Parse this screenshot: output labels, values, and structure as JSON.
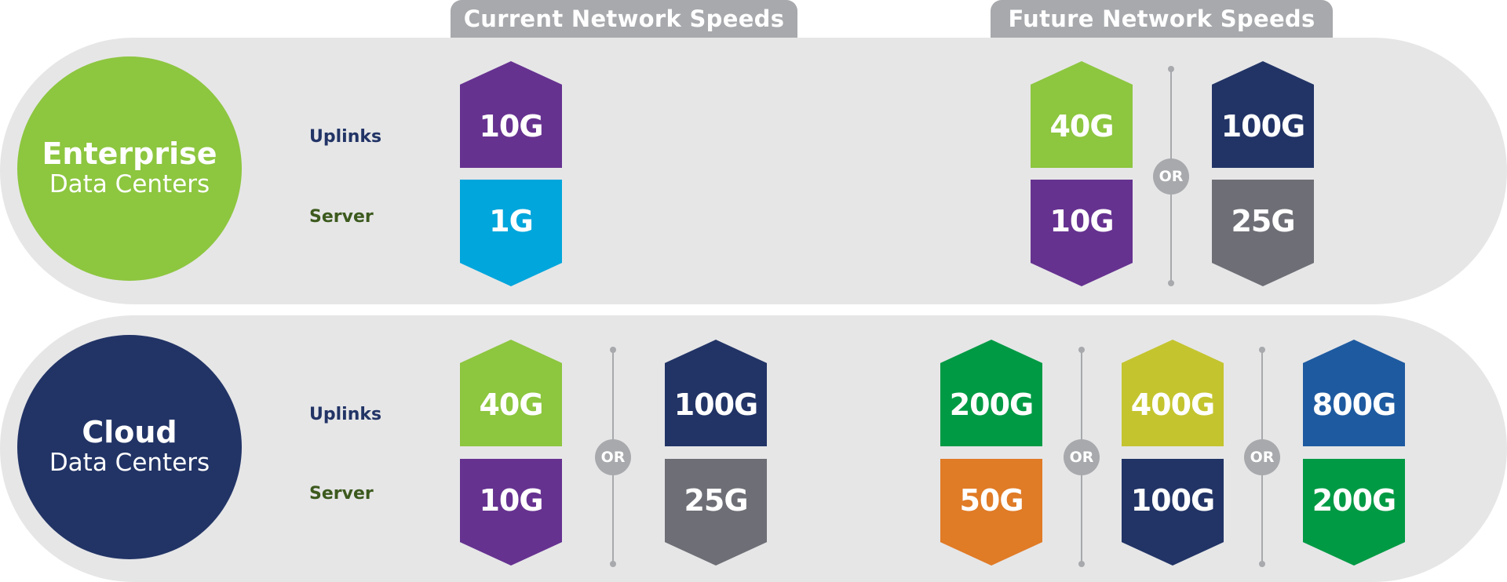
{
  "headers": {
    "current": "Current Network Speeds",
    "future": "Future Network Speeds"
  },
  "enterprise": {
    "title": "Enterprise",
    "subtitle": "Data Centers",
    "uplinks_label": "Uplinks",
    "server_label": "Server",
    "current": {
      "uplink": "10G",
      "server": "1G"
    },
    "future_a": {
      "uplink": "40G",
      "server": "10G"
    },
    "future_b": {
      "uplink": "100G",
      "server": "25G"
    },
    "or": "OR"
  },
  "cloud": {
    "title": "Cloud",
    "subtitle": "Data Centers",
    "uplinks_label": "Uplinks",
    "server_label": "Server",
    "current_a": {
      "uplink": "40G",
      "server": "10G"
    },
    "current_b": {
      "uplink": "100G",
      "server": "25G"
    },
    "future_a": {
      "uplink": "200G",
      "server": "50G"
    },
    "future_b": {
      "uplink": "400G",
      "server": "100G"
    },
    "future_c": {
      "uplink": "800G",
      "server": "200G"
    },
    "or": "OR"
  },
  "colors": {
    "light_green": "#8dc63f",
    "purple": "#663290",
    "cyan": "#00a6dc",
    "navy": "#223466",
    "gray": "#6e6f76",
    "green": "#009a44",
    "lime": "#c4c42f",
    "orange": "#e07b26",
    "blue": "#1e5aa0",
    "band": "#e6e6e7"
  }
}
